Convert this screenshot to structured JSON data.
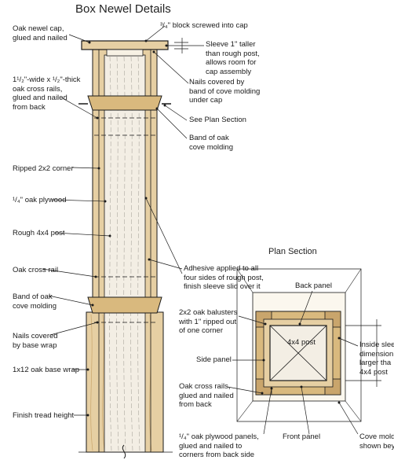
{
  "title": "Box Newel Details",
  "plan_title": "Plan Section",
  "labels": {
    "newel_cap": "Oak newel cap,\nglued and nailed",
    "block": "³/₄\" block screwed into cap",
    "sleeve": "Sleeve 1\" taller\nthan rough post,\nallows room for\ncap assembly",
    "cross_rails_top": "1¹/₂\"-wide x ¹/₂\"-thick\noak cross rails,\nglued and nailed\nfrom back",
    "nails_covered_cap": "Nails covered by\nband of cove molding\nunder cap",
    "see_plan": "See Plan Section",
    "band_cove_top": "Band of oak\ncove molding",
    "ripped_corner": "Ripped 2x2 corner",
    "plywood": "¹/₄\" oak plywood",
    "rough_post": "Rough 4x4 post",
    "adhesive": "Adhesive applied to all\nfour sides of rough post,\nfinish sleeve slid over it",
    "cross_rail": "Oak cross rail",
    "band_cove_bottom": "Band of oak\ncove molding",
    "nails_base": "Nails covered\nby base wrap",
    "base_wrap": "1x12 oak base wrap",
    "tread_height": "Finish tread height",
    "back_panel": "Back panel",
    "balusters": "2x2 oak balusters\nwith 1\" ripped out\nof one corner",
    "post_4x4": "4x4 post",
    "inside_dim": "Inside slee\ndimension\nlarger tha\n4x4 post",
    "side_panel": "Side panel",
    "cross_rails_plan": "Oak cross rails,\nglued and nailed\nfrom back",
    "front_panel": "Front panel",
    "plywood_panels": "¹/₄\" oak plywood panels,\nglued and nailed to\ncorners from back side",
    "cove_mold": "Cove mold\nshown bey"
  },
  "colors": {
    "ink": "#1a1a1a",
    "wood": "#e6cfa3",
    "wood_dark": "#c9a56c",
    "rail": "#d9b97e",
    "post": "#f3eee4"
  }
}
